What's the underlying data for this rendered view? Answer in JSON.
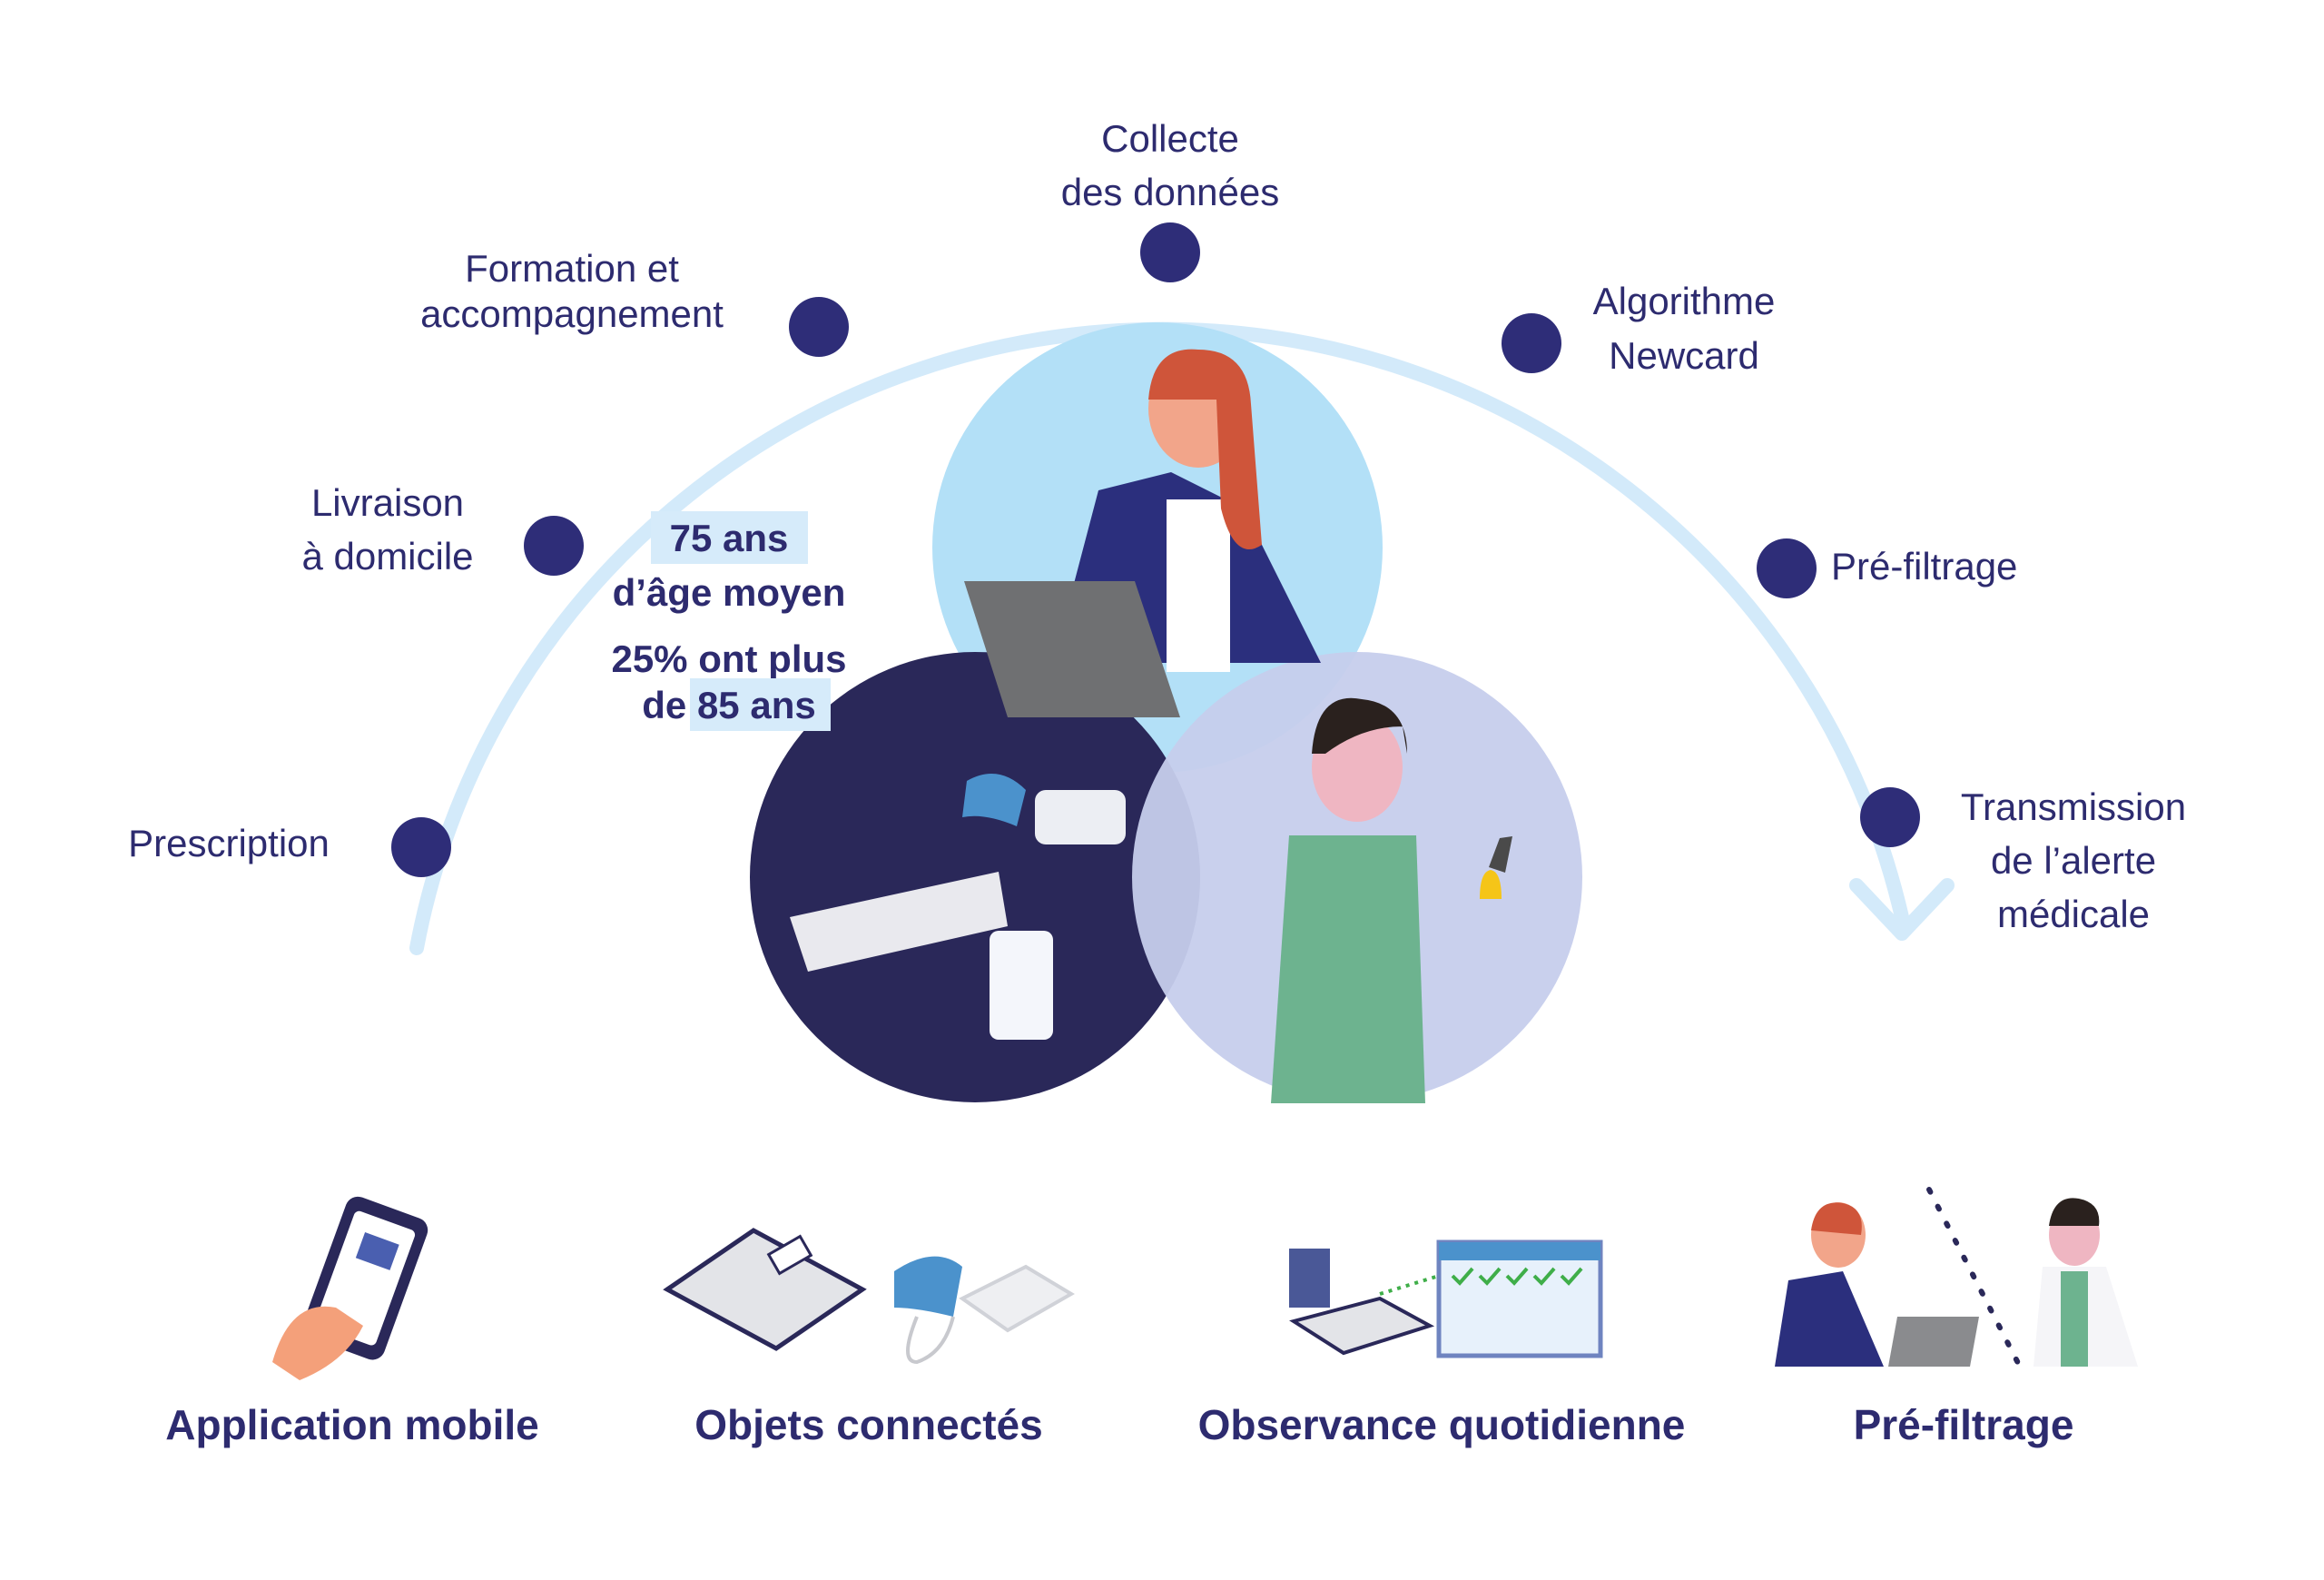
{
  "colors": {
    "navy": "#2e2d78",
    "text": "#2d2b6f",
    "arc": "#d3eafa",
    "light_circle": "#b3e0f7",
    "dark_circle": "#2a2859",
    "lavender": "#c6cdec",
    "highlight": "#d6ebfa"
  },
  "steps": [
    {
      "label_lines": [
        "Prescription"
      ]
    },
    {
      "label_lines": [
        "Livraison",
        "à domicile"
      ]
    },
    {
      "label_lines": [
        "Formation et",
        "accompagnement"
      ]
    },
    {
      "label_lines": [
        "Collecte",
        "des données"
      ]
    },
    {
      "label_lines": [
        "Algorithme",
        "Newcard"
      ]
    },
    {
      "label_lines": [
        "Pré-filtrage"
      ]
    },
    {
      "label_lines": [
        "Transmission",
        "de l’alerte",
        "médicale"
      ]
    }
  ],
  "stats": {
    "age_value": "75 ans",
    "age_label": "d’âge moyen",
    "over85_line1": "25% ont plus",
    "over85_prefix": "de ",
    "over85_value": "85 ans"
  },
  "features": [
    {
      "label": "Application mobile",
      "icon": "phone-hand-icon"
    },
    {
      "label": "Objets connectés",
      "icon": "scale-and-blood-pressure-icon"
    },
    {
      "label": "Observance quotidienne",
      "icon": "calendar-check-icon"
    },
    {
      "label": "Pré-filtrage",
      "icon": "operator-doctor-icon"
    }
  ]
}
